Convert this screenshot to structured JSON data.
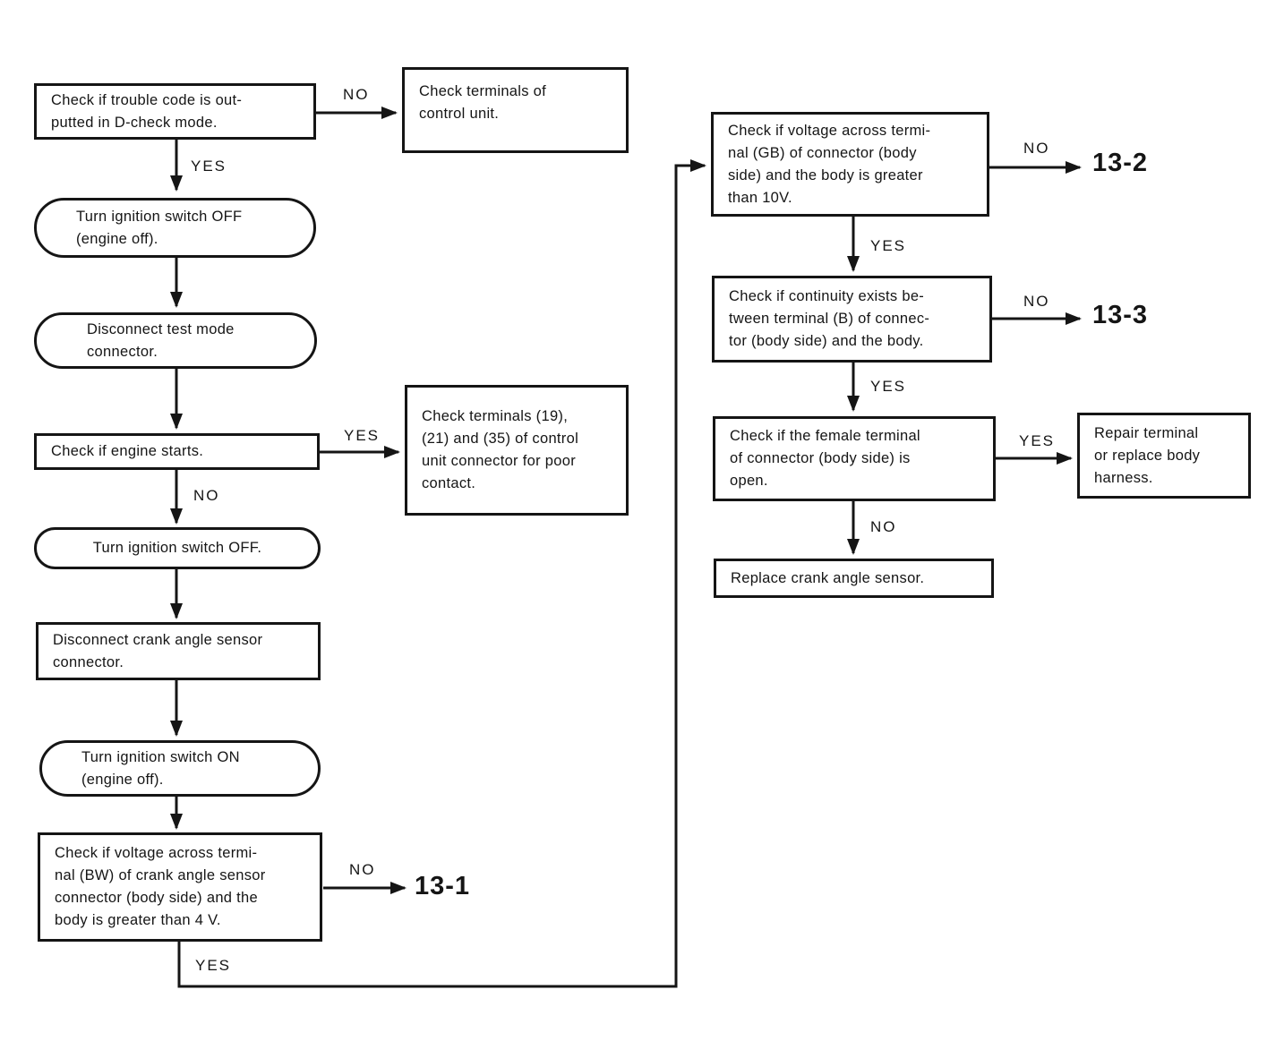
{
  "diagram": {
    "title": "crank-angle-sensor-troubleshooting-flowchart",
    "ink_color": "#151515",
    "background_color": "#ffffff",
    "labels": {
      "yes": "YES",
      "no": "NO"
    },
    "refs": {
      "r131": "13-1",
      "r132": "13-2",
      "r133": "13-3"
    },
    "nodes": {
      "trouble_code": {
        "shape": "rect",
        "text": "Check if trouble code is out-\nputted in D-check mode."
      },
      "check_terminals_control_unit": {
        "shape": "rect",
        "text": "Check terminals of\ncontrol unit."
      },
      "ignition_off_engine_off": {
        "shape": "stadium",
        "text": "Turn ignition switch OFF\n(engine off)."
      },
      "disconnect_test_mode": {
        "shape": "stadium",
        "text": "Disconnect test mode\nconnector."
      },
      "engine_starts": {
        "shape": "rect",
        "text": "Check if engine starts."
      },
      "check_terminals_19_21_35": {
        "shape": "rect",
        "text": "Check terminals (19),\n(21) and (35) of control\nunit connector for poor\ncontact."
      },
      "ignition_off": {
        "shape": "stadium",
        "text": "Turn ignition switch OFF."
      },
      "disconnect_crank_sensor": {
        "shape": "rect",
        "text": "Disconnect crank angle sensor\nconnector."
      },
      "ignition_on_engine_off": {
        "shape": "stadium",
        "text": "Turn ignition switch ON\n(engine off)."
      },
      "voltage_bw": {
        "shape": "rect",
        "text": "Check if voltage across termi-\nnal (BW) of crank angle sensor\nconnector (body side) and the\nbody is greater than 4 V."
      },
      "voltage_gb": {
        "shape": "rect",
        "text": "Check if voltage across termi-\nnal (GB) of connector (body\nside) and the body is greater\nthan 10V."
      },
      "continuity_b": {
        "shape": "rect",
        "text": "Check if continuity exists be-\ntween terminal (B) of connec-\ntor (body side) and the body."
      },
      "female_terminal": {
        "shape": "rect",
        "text": "Check if the female terminal\nof connector (body side) is\nopen."
      },
      "repair_terminal": {
        "shape": "rect",
        "text": "Repair terminal\nor replace body\nharness."
      },
      "replace_sensor": {
        "shape": "rect",
        "text": "Replace crank angle sensor."
      }
    }
  }
}
